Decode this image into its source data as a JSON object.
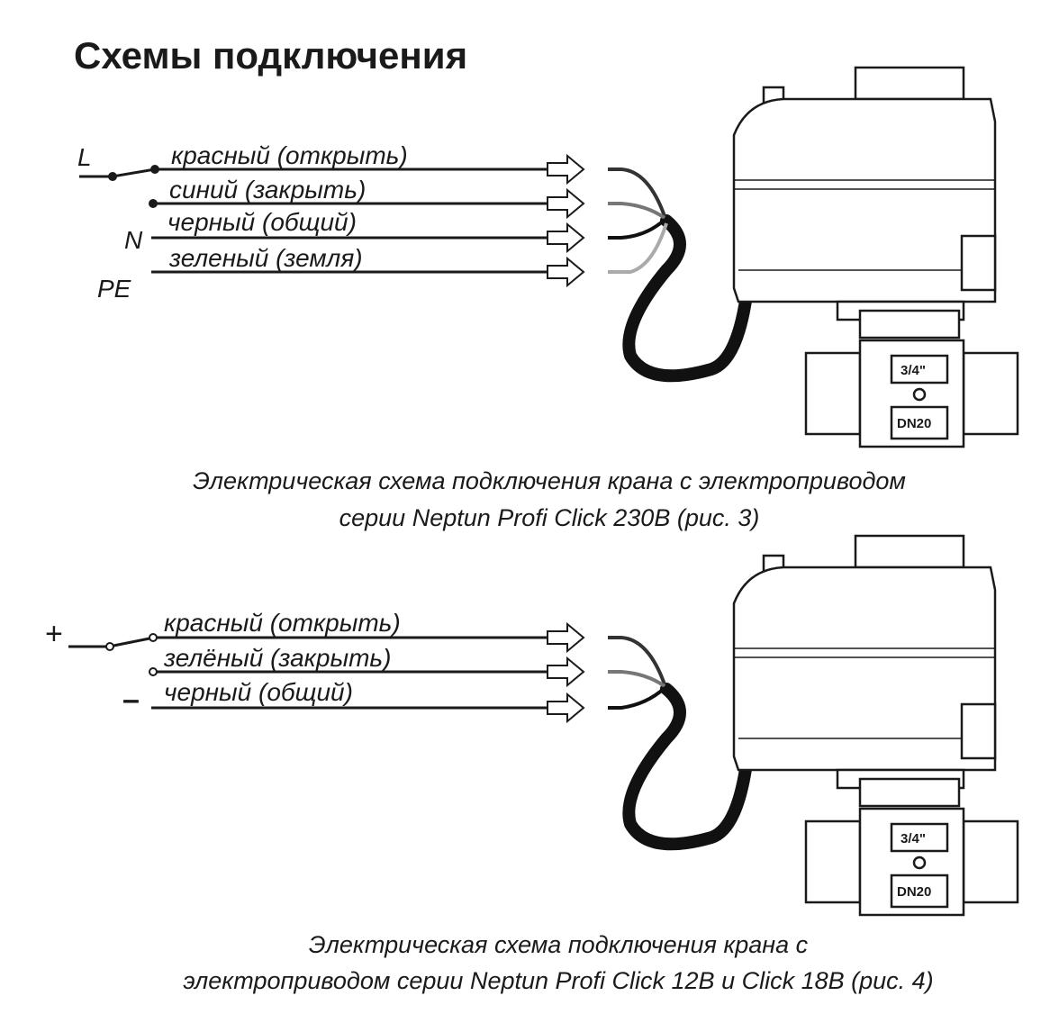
{
  "title": "Схемы подключения",
  "diagram1": {
    "terminals": {
      "L": "L",
      "N": "N",
      "PE": "PE"
    },
    "wires": [
      {
        "label": "красный (открыть)",
        "color": "#333333"
      },
      {
        "label": "синий (закрыть)",
        "color": "#666666"
      },
      {
        "label": "черный (общий)",
        "color": "#111111"
      },
      {
        "label": "зеленый (земля)",
        "color": "#aaaaaa"
      }
    ],
    "valve": {
      "size": "3/4\"",
      "dn": "DN20"
    },
    "caption_line1": "Электрическая схема подключения крана с электроприводом",
    "caption_line2": "серии Neptun Profi Click 230В (рис. 3)"
  },
  "diagram2": {
    "terminals": {
      "plus": "+",
      "minus": "–"
    },
    "wires": [
      {
        "label": "красный (открыть)",
        "color": "#333333"
      },
      {
        "label": "зелёный (закрыть)",
        "color": "#666666"
      },
      {
        "label": "черный (общий)",
        "color": "#111111"
      }
    ],
    "valve": {
      "size": "3/4\"",
      "dn": "DN20"
    },
    "caption_line1": "Электрическая схема подключения крана с",
    "caption_line2": "электроприводом серии Neptun Profi Click 12В и Click 18В (рис. 4)"
  }
}
